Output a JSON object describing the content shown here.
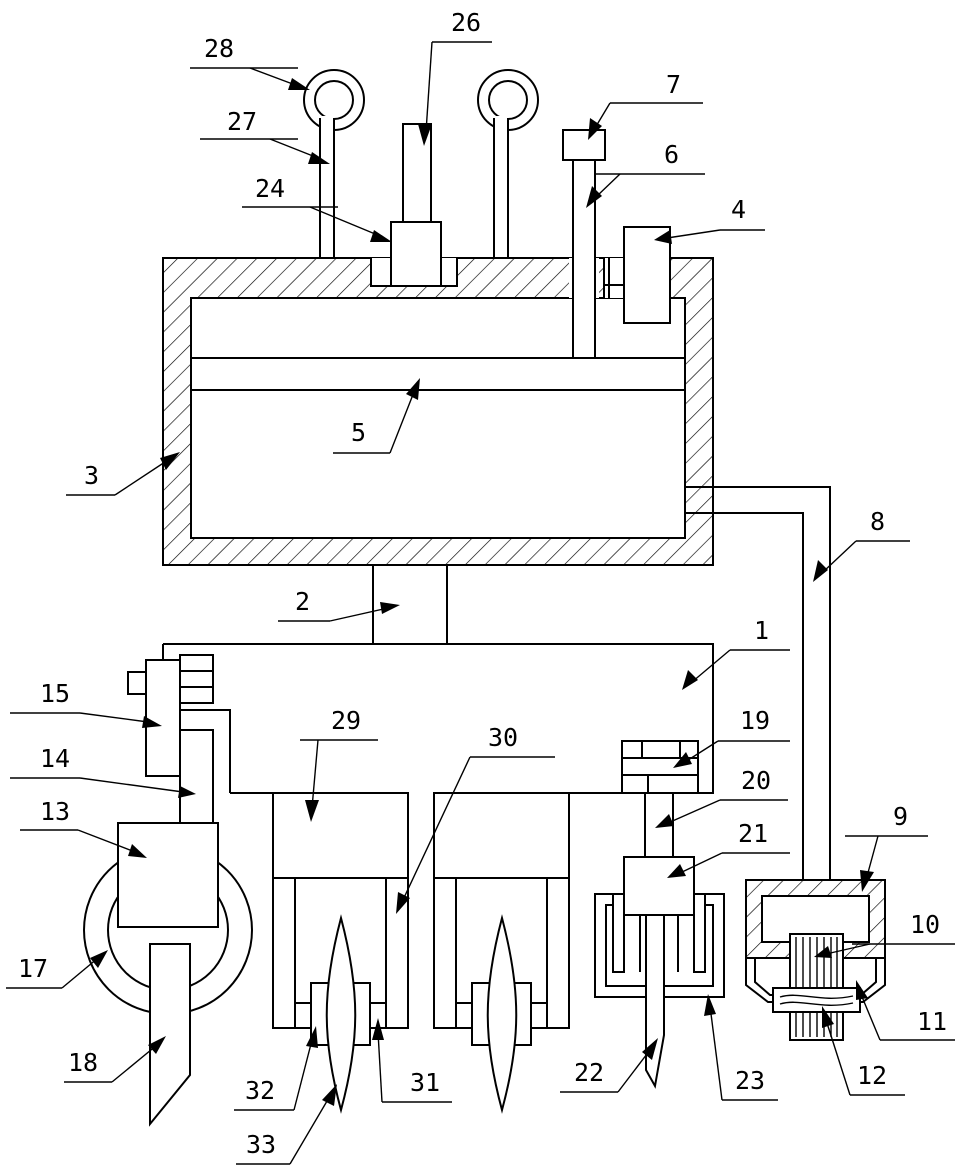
{
  "labels": {
    "l1": "1",
    "l2": "2",
    "l3": "3",
    "l4": "4",
    "l5": "5",
    "l6": "6",
    "l7": "7",
    "l8": "8",
    "l9": "9",
    "l10": "10",
    "l11": "11",
    "l12": "12",
    "l13": "13",
    "l14": "14",
    "l15": "15",
    "l17": "17",
    "l18": "18",
    "l19": "19",
    "l20": "20",
    "l21": "21",
    "l22": "22",
    "l23": "23",
    "l24": "24",
    "l26": "26",
    "l27": "27",
    "l28": "28",
    "l29": "29",
    "l30": "30",
    "l31": "31",
    "l32": "32",
    "l33": "33"
  }
}
